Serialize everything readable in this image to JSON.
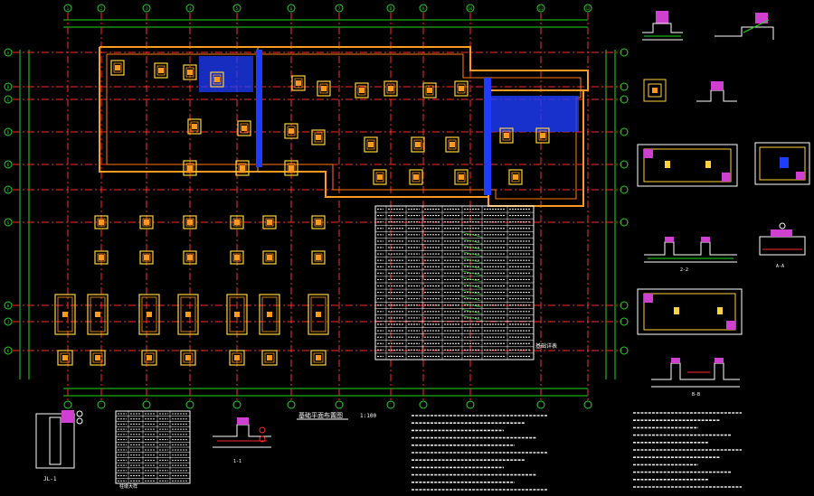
{
  "drawing": {
    "main_title": "基础平面布置图",
    "main_scale": "1:100",
    "table_title": "基础详表"
  },
  "grid_labels": {
    "top": [
      "1",
      "2",
      "3",
      "4",
      "5",
      "6",
      "7",
      "8",
      "9",
      "10",
      "11",
      "12"
    ],
    "left": [
      "A",
      "B",
      "C",
      "D",
      "E",
      "F",
      "G",
      "H",
      "J",
      "K"
    ]
  },
  "foundation_table": {
    "rows": 24,
    "cols": 8
  },
  "small_table": {
    "rows": 14,
    "cols": 5
  },
  "details": {
    "section_1": "1-1",
    "section_2": "2-2",
    "section_3": "A-A",
    "section_4": "B-B",
    "detail_left": "JL-1",
    "detail_bottom": "柱墩大样"
  },
  "colors": {
    "background": "#000000",
    "grid_axis": "#ff2a2a",
    "dim_lines": "#22d622",
    "walls": "#ff9a1f",
    "columns": "#ffd23a",
    "text": "#ffffff",
    "fill_blue": "#1e3cff",
    "fill_magenta": "#d040d0",
    "table_lines": "#ffffff"
  }
}
